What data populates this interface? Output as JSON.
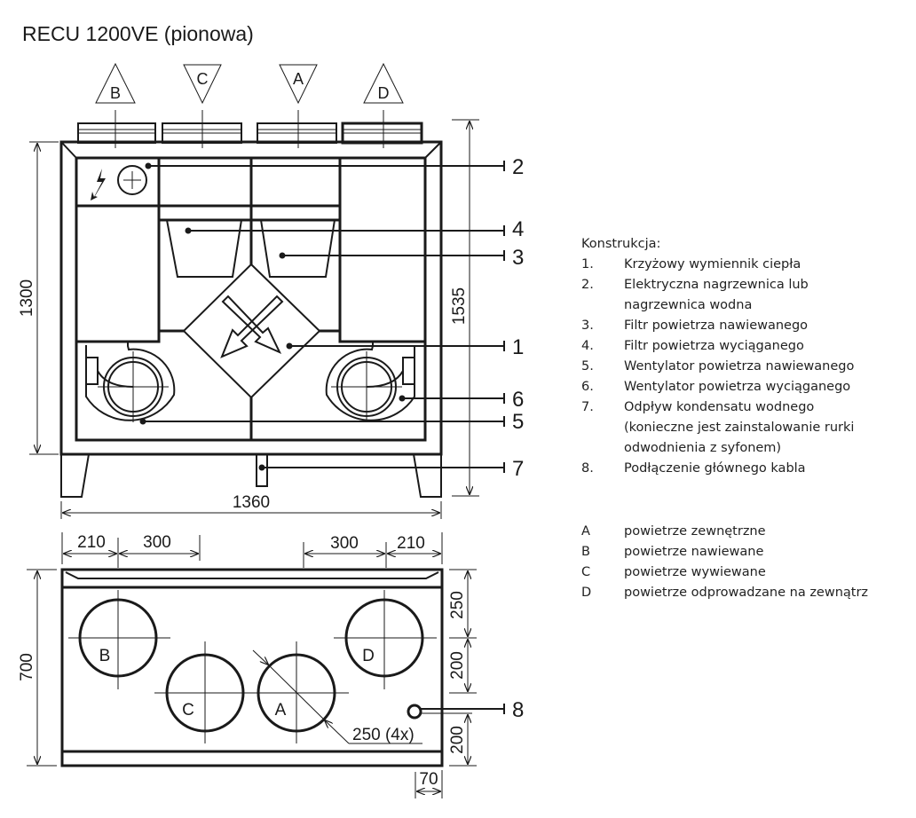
{
  "title": "RECU 1200VE (pionowa)",
  "ports": {
    "b": "B",
    "c": "C",
    "a": "A",
    "d": "D"
  },
  "front_dimensions": {
    "height_body": "1300",
    "height_total": "1535",
    "width": "1360"
  },
  "callouts": {
    "n1": "1",
    "n2": "2",
    "n3": "3",
    "n4": "4",
    "n5": "5",
    "n6": "6",
    "n7": "7",
    "n8": "8"
  },
  "top_dimensions": {
    "left_210": "210",
    "left_300": "300",
    "right_300": "300",
    "right_210": "210",
    "depth": "700",
    "r250": "250",
    "r200a": "200",
    "r200b": "200",
    "offset_70": "70",
    "diameter": "250 (4x)"
  },
  "legend": {
    "heading": "Konstrukcja:",
    "items": [
      {
        "n": "1.",
        "lines": [
          "Krzyżowy wymiennik ciepła"
        ]
      },
      {
        "n": "2.",
        "lines": [
          "Elektryczna nagrzewnica lub",
          "nagrzewnica wodna"
        ]
      },
      {
        "n": "3.",
        "lines": [
          "Filtr powietrza nawiewanego"
        ]
      },
      {
        "n": "4.",
        "lines": [
          "Filtr powietrza wyciąganego"
        ]
      },
      {
        "n": "5.",
        "lines": [
          "Wentylator powietrza nawiewanego"
        ]
      },
      {
        "n": "6.",
        "lines": [
          "Wentylator powietrza wyciąganego"
        ]
      },
      {
        "n": "7.",
        "lines": [
          "Odpływ kondensatu wodnego",
          "(konieczne jest zainstalowanie rurki",
          "odwodnienia z syfonem)"
        ]
      },
      {
        "n": "8.",
        "lines": [
          "Podłączenie głównego kabla"
        ]
      }
    ],
    "air": [
      {
        "n": "A",
        "text": "powietrze zewnętrzne"
      },
      {
        "n": "B",
        "text": "powietrze nawiewane"
      },
      {
        "n": "C",
        "text": "powietrze wywiewane"
      },
      {
        "n": "D",
        "text": "powietrze odprowadzane na zewnątrz"
      }
    ]
  }
}
